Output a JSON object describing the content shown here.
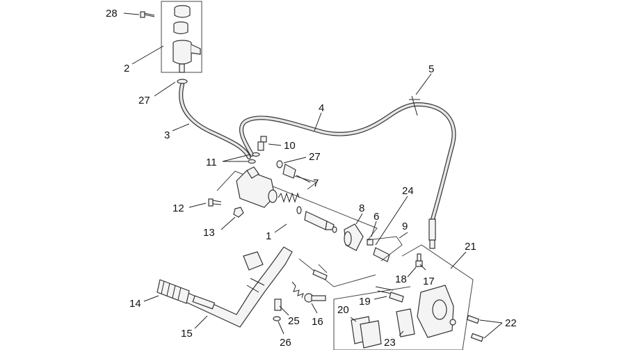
{
  "callouts": [
    {
      "id": "c1",
      "text": "1"
    },
    {
      "id": "c2",
      "text": "2"
    },
    {
      "id": "c3",
      "text": "3"
    },
    {
      "id": "c4",
      "text": "4"
    },
    {
      "id": "c5",
      "text": "5"
    },
    {
      "id": "c6",
      "text": "6"
    },
    {
      "id": "c7",
      "text": "7"
    },
    {
      "id": "c8",
      "text": "8"
    },
    {
      "id": "c9",
      "text": "9"
    },
    {
      "id": "c10",
      "text": "10"
    },
    {
      "id": "c11",
      "text": "11"
    },
    {
      "id": "c12",
      "text": "12"
    },
    {
      "id": "c13",
      "text": "13"
    },
    {
      "id": "c14",
      "text": "14"
    },
    {
      "id": "c15",
      "text": "15"
    },
    {
      "id": "c16",
      "text": "16"
    },
    {
      "id": "c17",
      "text": "17"
    },
    {
      "id": "c18",
      "text": "18"
    },
    {
      "id": "c19",
      "text": "19"
    },
    {
      "id": "c20",
      "text": "20"
    },
    {
      "id": "c21",
      "text": "21"
    },
    {
      "id": "c22",
      "text": "22"
    },
    {
      "id": "c23",
      "text": "23"
    },
    {
      "id": "c24",
      "text": "24"
    },
    {
      "id": "c25",
      "text": "25"
    },
    {
      "id": "c26",
      "text": "26"
    },
    {
      "id": "c27a",
      "text": "27"
    },
    {
      "id": "c27b",
      "text": "27"
    },
    {
      "id": "c28",
      "text": "28"
    }
  ]
}
